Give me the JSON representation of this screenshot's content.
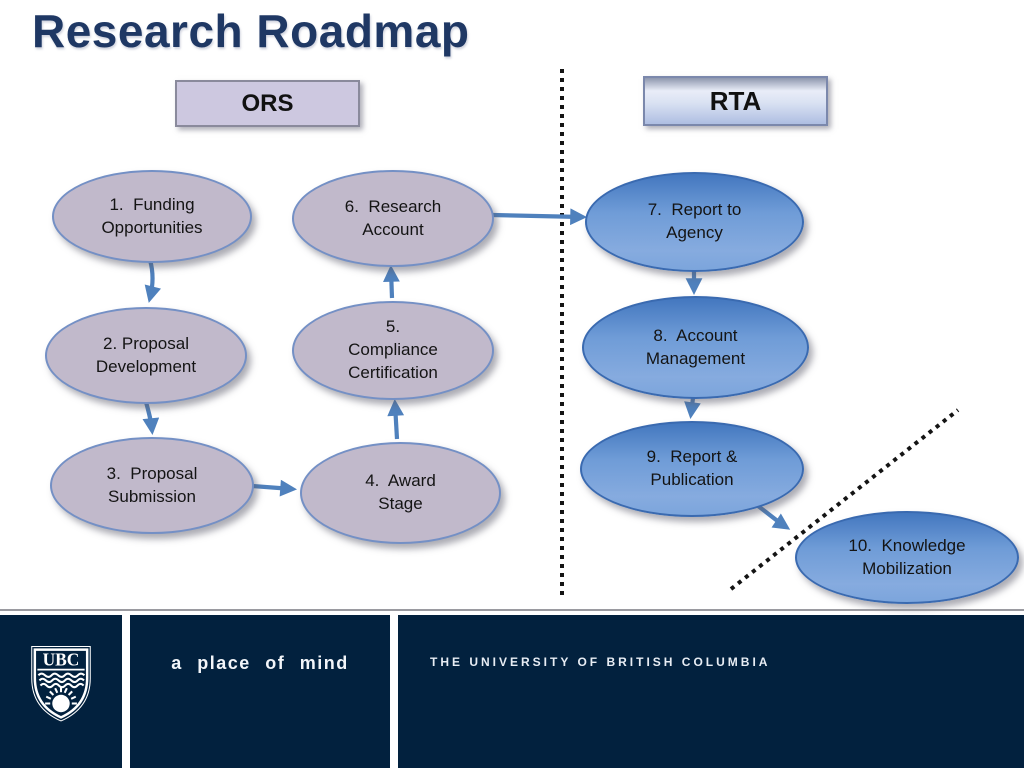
{
  "slide": {
    "title": "Research Roadmap"
  },
  "headers": {
    "ors": "ORS",
    "rta": "RTA"
  },
  "nodes": [
    {
      "id": 1,
      "group": "ORS",
      "label": "1.  Funding\nOpportunities"
    },
    {
      "id": 2,
      "group": "ORS",
      "label": "2. Proposal\nDevelopment"
    },
    {
      "id": 3,
      "group": "ORS",
      "label": "3.  Proposal\nSubmission"
    },
    {
      "id": 4,
      "group": "ORS",
      "label": "4.  Award\nStage"
    },
    {
      "id": 5,
      "group": "ORS",
      "label": "5.\nCompliance\nCertification"
    },
    {
      "id": 6,
      "group": "ORS",
      "label": "6.  Research\nAccount"
    },
    {
      "id": 7,
      "group": "RTA",
      "label": "7.  Report to\nAgency"
    },
    {
      "id": 8,
      "group": "RTA",
      "label": "8.  Account\nManagement"
    },
    {
      "id": 9,
      "group": "RTA",
      "label": "9.  Report &\nPublication"
    },
    {
      "id": 10,
      "group": "RTA",
      "label": "10.  Knowledge\nMobilization"
    }
  ],
  "edges": [
    {
      "from": 1,
      "to": 2
    },
    {
      "from": 2,
      "to": 3
    },
    {
      "from": 3,
      "to": 4
    },
    {
      "from": 4,
      "to": 5
    },
    {
      "from": 5,
      "to": 6
    },
    {
      "from": 6,
      "to": 7
    },
    {
      "from": 7,
      "to": 8
    },
    {
      "from": 8,
      "to": 9
    },
    {
      "from": 9,
      "to": 10
    }
  ],
  "dividers": {
    "vertical_dotted_line": "separates ORS column from RTA column",
    "diagonal_dotted_line": "separates node 10 from node 9"
  },
  "footer": {
    "logo_text": "UBC",
    "tagline": "a place of mind",
    "university_name": "THE UNIVERSITY OF BRITISH COLUMBIA"
  },
  "colors": {
    "title": "#1F3864",
    "gray_node_fill": "#C1B9CB",
    "gray_node_border": "#7490C5",
    "blue_node_top": "#4377BF",
    "blue_node_bottom": "#86ABDF",
    "blue_node_border": "#3A6AB0",
    "arrow": "#4F81BD",
    "dotted_line": "#141414",
    "ors_box_fill": "#CDC8E0",
    "footer_navy": "#02213E"
  }
}
